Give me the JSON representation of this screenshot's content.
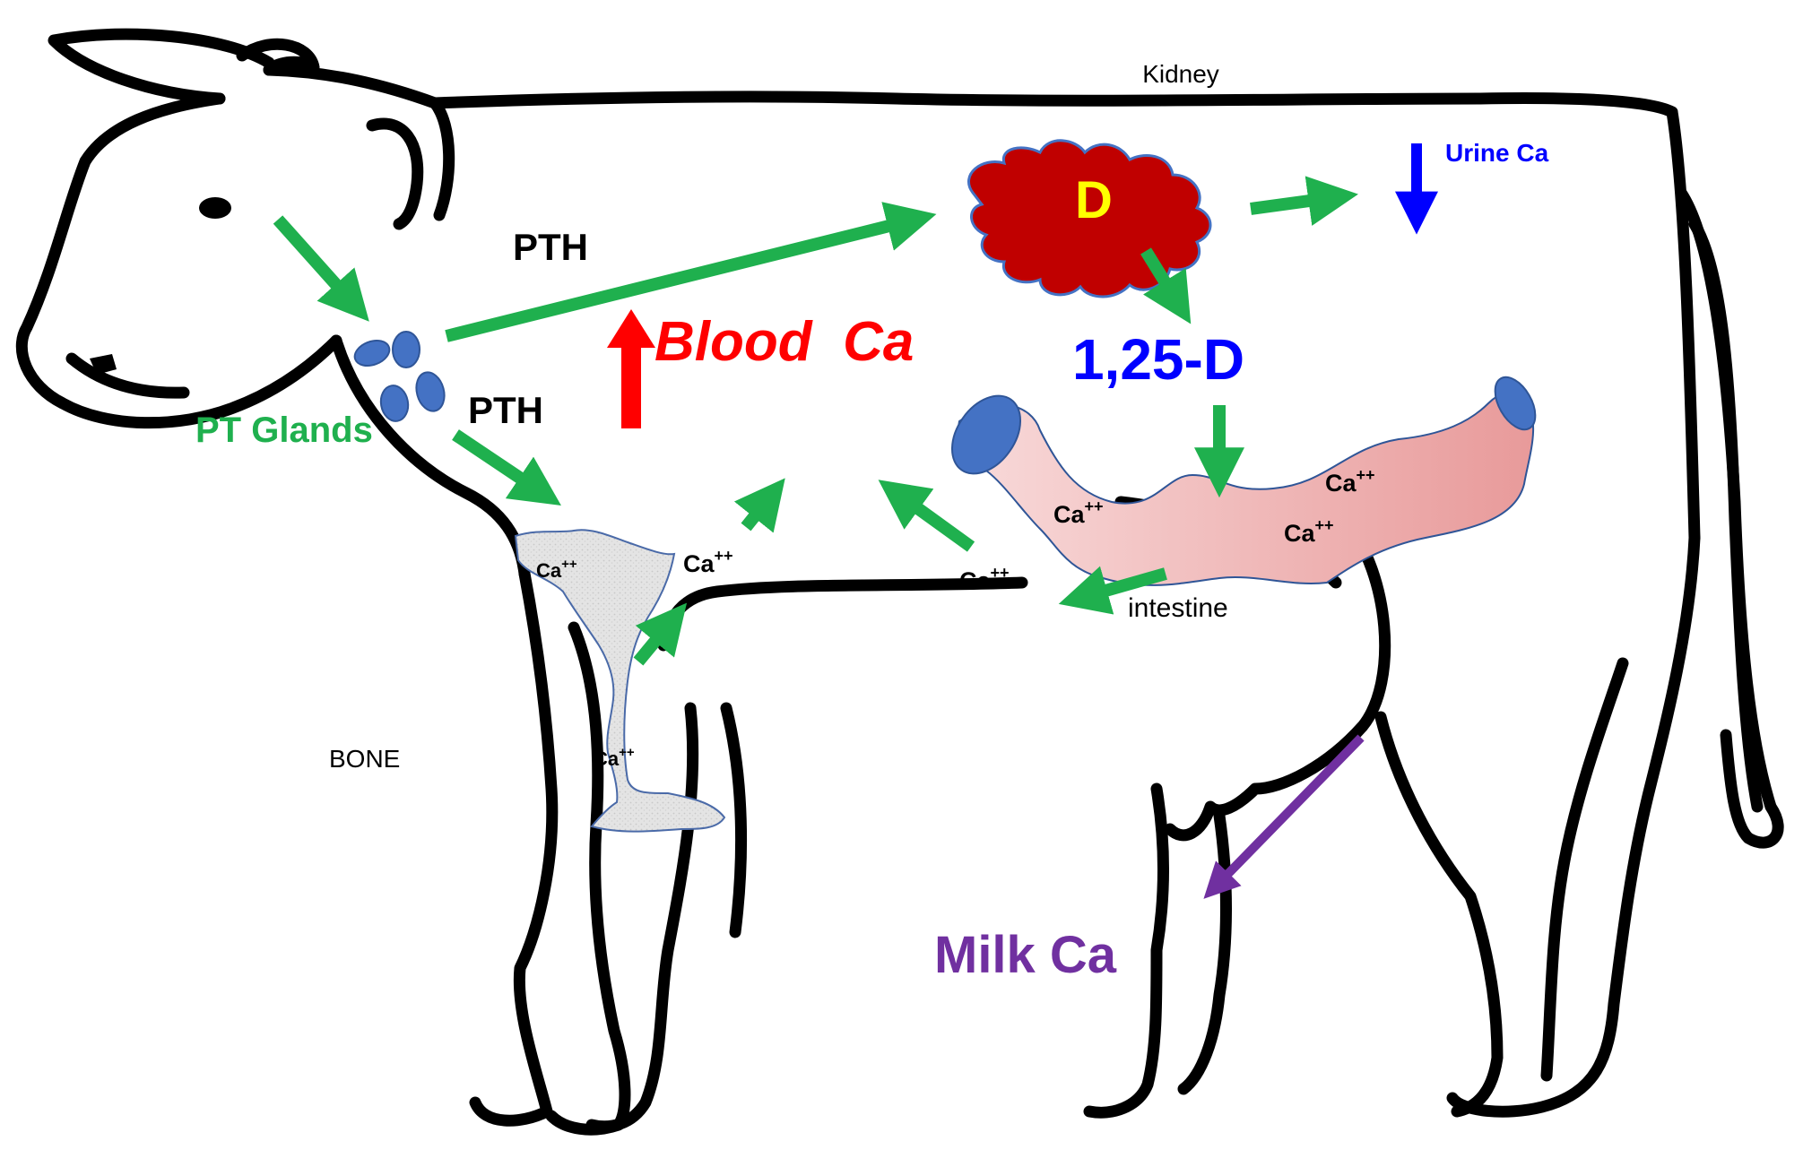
{
  "labels": {
    "kidney": "Kidney",
    "urine_ca": "Urine Ca",
    "vitamin_d": "D",
    "pth_top": "PTH",
    "pth_bottom": "PTH",
    "blood_ca": "Blood  Ca",
    "one_25_d": "1,25-D",
    "pt_glands": "PT Glands",
    "bone": "BONE",
    "intestine": "intestine",
    "milk_ca": "Milk Ca",
    "ca_ion": "Ca",
    "ca_charge": "++"
  },
  "colors": {
    "green_arrow": "#1fb04e",
    "kidney_red": "#c00000",
    "kidney_outline": "#4472c4",
    "vitamin_d_yellow": "#ffff00",
    "blue": "#0000ff",
    "red": "#ff0000",
    "purple": "#7030a0",
    "gland_blue": "#4472c4",
    "intestine_pink": "#f2b8b8",
    "bone_gray": "#e0e0e0",
    "outline_black": "#000000"
  }
}
